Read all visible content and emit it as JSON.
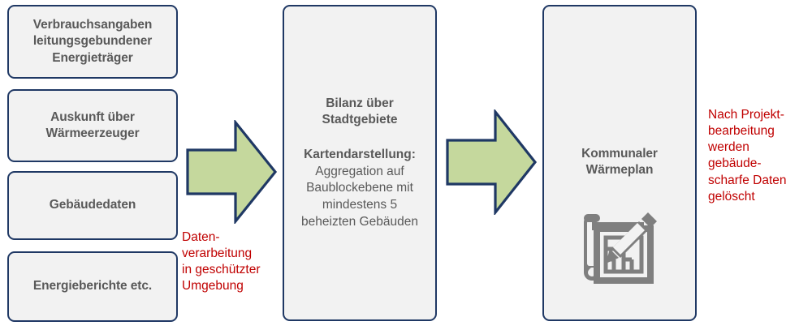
{
  "diagram": {
    "title_semantic": "kommunale-waermeplanung-datenfluss",
    "colors": {
      "box_fill": "#f2f2f2",
      "box_border": "#1f3864",
      "box_text": "#595959",
      "arrow_fill": "#c5d89d",
      "arrow_border": "#1f3864",
      "note_text": "#c00000",
      "icon_fill": "#7f7f7f",
      "background": "#ffffff"
    }
  },
  "inputs": {
    "boxes": [
      {
        "id": "verbrauch",
        "lines": [
          "Verbrauchsangaben",
          "leitungsgebundener",
          "Energieträger"
        ]
      },
      {
        "id": "auskunft",
        "lines": [
          "Auskunft über",
          "Wärmeerzeuger"
        ]
      },
      {
        "id": "gebaeude",
        "lines": [
          "Gebäudedaten"
        ]
      },
      {
        "id": "berichte",
        "lines": [
          "Energieberichte etc."
        ]
      }
    ]
  },
  "process": {
    "heading": [
      "Bilanz über",
      "Stadtgebiete"
    ],
    "sub_heading": "Kartendarstellung:",
    "body": [
      "Aggregation auf",
      "Baublockebene mit",
      "mindestens 5",
      "beheizten Gebäuden"
    ]
  },
  "output": {
    "title": [
      "Kommunaler",
      "Wärmeplan"
    ],
    "icon": "blueprint-pencil-icon"
  },
  "arrows": [
    {
      "id": "arrow-inputs-to-process",
      "direction": "right"
    },
    {
      "id": "arrow-process-to-output",
      "direction": "right"
    }
  ],
  "notes": {
    "processing": "Daten-\nverarbeitung\nin geschützter\nUmgebung",
    "deletion": "Nach Projekt-\nbearbeitung\nwerden\ngebäude-\nscharfe Daten\ngelöscht"
  }
}
